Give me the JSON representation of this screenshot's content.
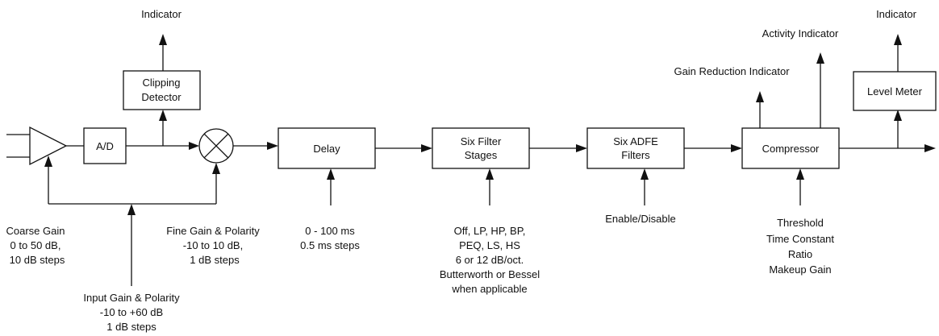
{
  "blocks": {
    "ad": "A/D",
    "clipping_detector": [
      "Clipping",
      "Detector"
    ],
    "delay": "Delay",
    "filter_stages": [
      "Six Filter",
      "Stages"
    ],
    "adfe_filters": [
      "Six ADFE",
      "Filters"
    ],
    "compressor": "Compressor",
    "level_meter": "Level Meter"
  },
  "indicators": {
    "clipping": "Indicator",
    "gain_reduction": "Gain Reduction Indicator",
    "activity": "Activity Indicator",
    "level": "Indicator"
  },
  "controls": {
    "coarse_gain": [
      "Coarse Gain",
      "0  to 50 dB,",
      "10 dB steps"
    ],
    "input_gain": [
      "Input Gain & Polarity",
      "-10 to +60 dB",
      "1 dB steps"
    ],
    "fine_gain": [
      "Fine Gain & Polarity",
      "-10 to 10 dB,",
      "1 dB steps"
    ],
    "delay": [
      "0 - 100 ms",
      "0.5 ms steps"
    ],
    "filters": [
      "Off, LP, HP, BP,",
      "PEQ, LS, HS",
      "6 or 12 dB/oct.",
      "Butterworth or Bessel",
      "when applicable"
    ],
    "adfe": [
      "Enable/Disable"
    ],
    "compressor": [
      "Threshold",
      "Time Constant",
      "Ratio",
      "Makeup Gain"
    ]
  }
}
